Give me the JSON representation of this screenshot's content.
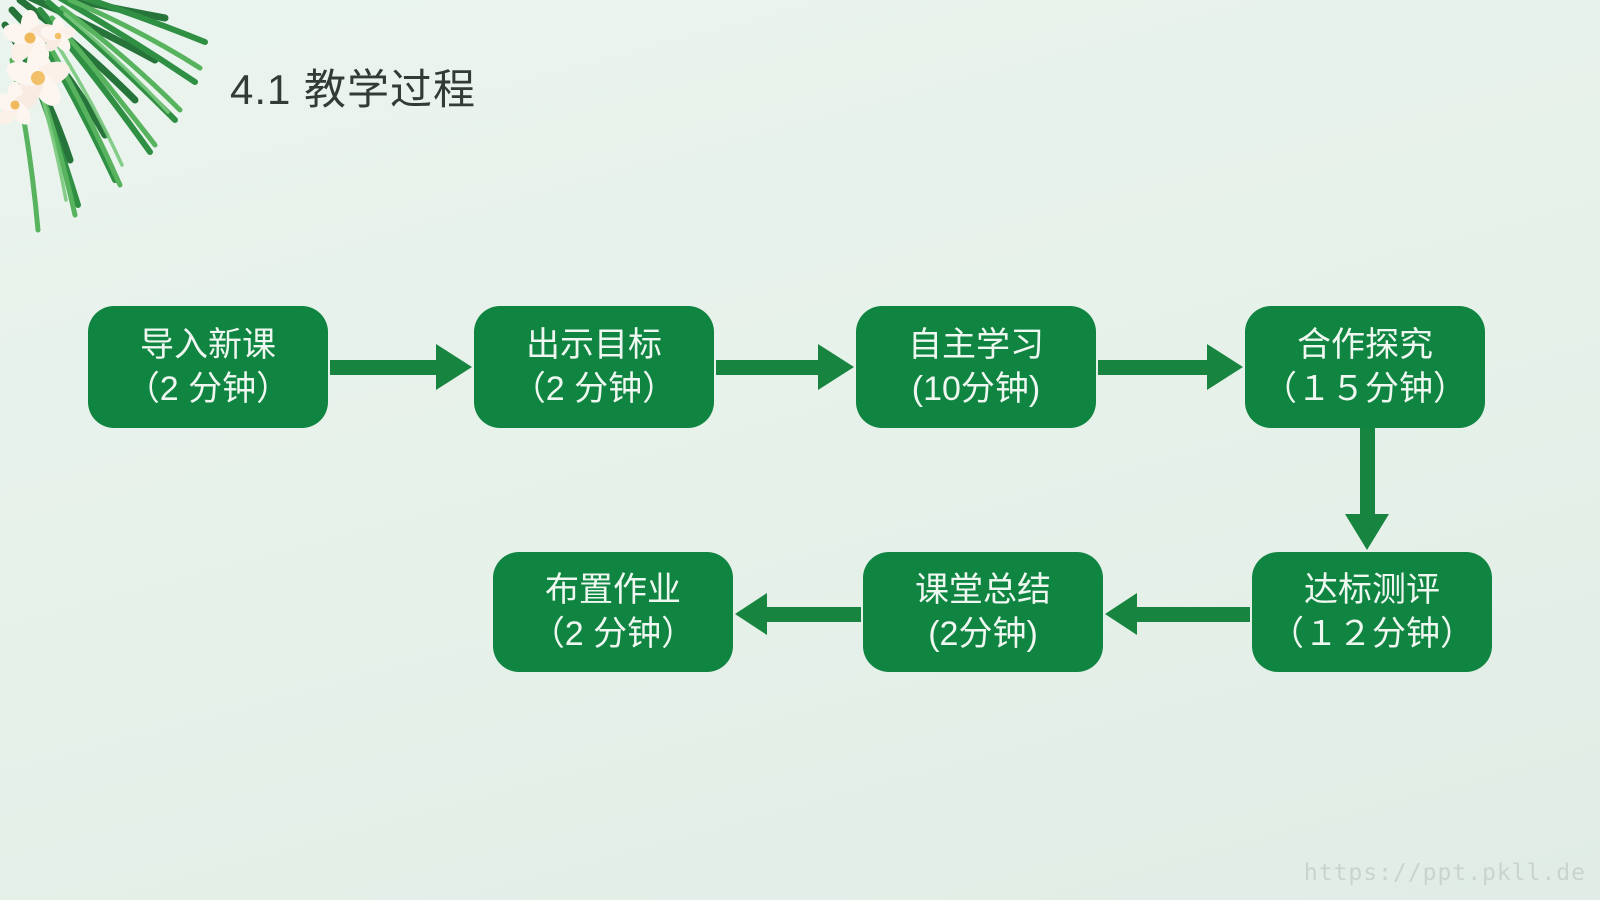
{
  "theme": {
    "background_top": "#ebf4ee",
    "background_bottom": "#e0ece5",
    "node_fill": "#108441",
    "node_text": "#eef8f1",
    "arrow_color": "#17853f",
    "title_color": "#343b36",
    "watermark_color": "#c8d4cd"
  },
  "header": {
    "title": "4.1 教学过程"
  },
  "flowchart": {
    "nodes": [
      {
        "label": "导入新课",
        "duration": "（2 分钟）"
      },
      {
        "label": "出示目标",
        "duration": "（2 分钟）"
      },
      {
        "label": "自主学习",
        "duration": "(10分钟)"
      },
      {
        "label": "合作探究",
        "duration": "（１５分钟）"
      },
      {
        "label": "达标测评",
        "duration": "（１２分钟）"
      },
      {
        "label": "课堂总结",
        "duration": "(2分钟)"
      },
      {
        "label": "布置作业",
        "duration": "（2 分钟）"
      }
    ],
    "connections": [
      {
        "from": "导入新课",
        "to": "出示目标",
        "direction": "right"
      },
      {
        "from": "出示目标",
        "to": "自主学习",
        "direction": "right"
      },
      {
        "from": "自主学习",
        "to": "合作探究",
        "direction": "right"
      },
      {
        "from": "合作探究",
        "to": "达标测评",
        "direction": "down"
      },
      {
        "from": "达标测评",
        "to": "课堂总结",
        "direction": "left"
      },
      {
        "from": "课堂总结",
        "to": "布置作业",
        "direction": "left"
      }
    ]
  },
  "decoration": {
    "icon": "palm-leaves-with-plumeria-flowers"
  },
  "footer": {
    "watermark": "https://ppt.pkll.de"
  }
}
